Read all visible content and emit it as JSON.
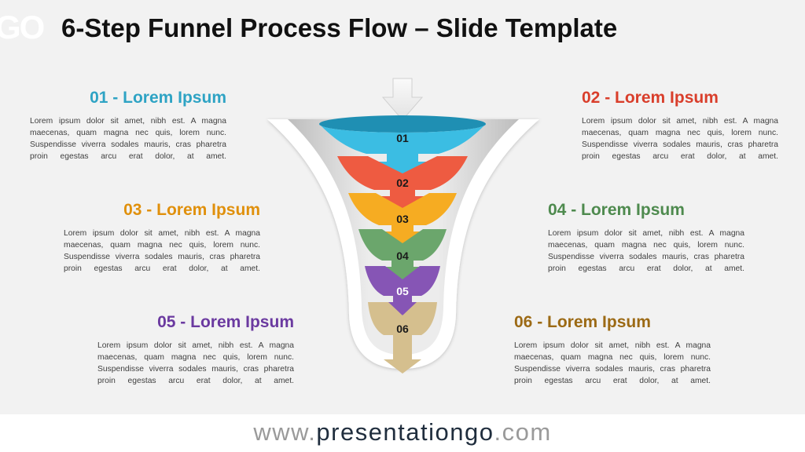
{
  "slide": {
    "logo_fragment": "GO",
    "title": "6-Step Funnel Process Flow – Slide Template"
  },
  "steps": [
    {
      "number": "01",
      "heading": "01 - Lorem Ipsum",
      "color": "#2ea3c4",
      "fill": "#3bbde3",
      "lines": [
        "Lorem ipsum dolor sit amet, nibh est. A magna",
        "maecenas, quam magna nec quis, lorem nunc.",
        "Suspendisse viverra sodales mauris, cras",
        "pharetra proin egestas arcu erat dolor, at amet."
      ]
    },
    {
      "number": "02",
      "heading": "02 - Lorem Ipsum",
      "color": "#d93e2b",
      "fill": "#ee5b41",
      "lines": [
        "Lorem ipsum dolor sit amet, nibh est. A magna",
        "maecenas, quam magna nec quis, lorem nunc.",
        "Suspendisse viverra sodales mauris, cras",
        "pharetra proin egestas arcu erat dolor, at amet."
      ]
    },
    {
      "number": "03",
      "heading": "03 - Lorem Ipsum",
      "color": "#e0900c",
      "fill": "#f6ac22",
      "lines": [
        "Lorem ipsum dolor sit amet, nibh est. A magna",
        "maecenas, quam magna nec quis, lorem nunc.",
        "Suspendisse viverra sodales mauris, cras",
        "pharetra proin egestas arcu erat dolor, at amet."
      ]
    },
    {
      "number": "04",
      "heading": "04 - Lorem Ipsum",
      "color": "#4e8a4e",
      "fill": "#6ba66c",
      "lines": [
        "Lorem ipsum dolor sit amet, nibh est. A magna",
        "maecenas, quam magna nec quis, lorem nunc.",
        "Suspendisse viverra sodales mauris, cras",
        "pharetra proin egestas arcu erat dolor, at amet."
      ]
    },
    {
      "number": "05",
      "heading": "05 - Lorem Ipsum",
      "color": "#6b3aa0",
      "fill": "#8655b5",
      "lines": [
        "Lorem ipsum dolor sit amet, nibh est. A magna",
        "maecenas, quam magna nec quis, lorem nunc.",
        "Suspendisse viverra sodales mauris, cras",
        "pharetra proin egestas arcu erat dolor, at amet."
      ]
    },
    {
      "number": "06",
      "heading": "06 - Lorem Ipsum",
      "color": "#9c6a15",
      "fill": "#d5bf8e",
      "lines": [
        "Lorem ipsum dolor sit amet, nibh est. A magna",
        "maecenas, quam magna nec quis, lorem nunc.",
        "Suspendisse viverra sodales mauris, cras",
        "pharetra proin egestas arcu erat dolor, at amet."
      ]
    }
  ],
  "footer": {
    "prefix": "www.",
    "brand": "presentationgo",
    "suffix": ".com"
  }
}
